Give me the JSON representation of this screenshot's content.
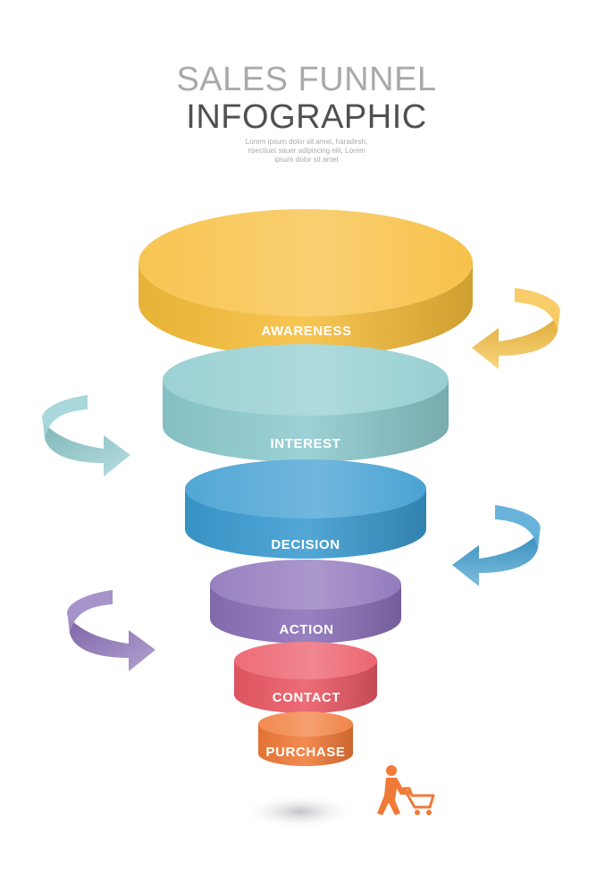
{
  "header": {
    "title_line1": "SALES FUNNEL",
    "title_line2": "INFOGRAPHIC",
    "subtitle_lines": [
      "Lorem ipsum dolor sit amet, haradesh,",
      "nsectiuet sauer adipiscing elit, Lorem",
      "ipsum dolor sit amet"
    ]
  },
  "funnel": {
    "stages": [
      {
        "label": "AWARENESS",
        "color": "#f6bd3a"
      },
      {
        "label": "INTEREST",
        "color": "#8ecbcf"
      },
      {
        "label": "DECISION",
        "color": "#3a9bd0"
      },
      {
        "label": "ACTION",
        "color": "#8a70b8"
      },
      {
        "label": "CONTACT",
        "color": "#ea5865"
      },
      {
        "label": "PURCHASE",
        "color": "#f07a38"
      }
    ],
    "arrow_colors": [
      "#f6bd3a",
      "#8ecbcf",
      "#3a9bd0",
      "#8a70b8"
    ],
    "shopper_icon": "person-pushing-cart-icon",
    "shopper_color": "#f07a38"
  }
}
